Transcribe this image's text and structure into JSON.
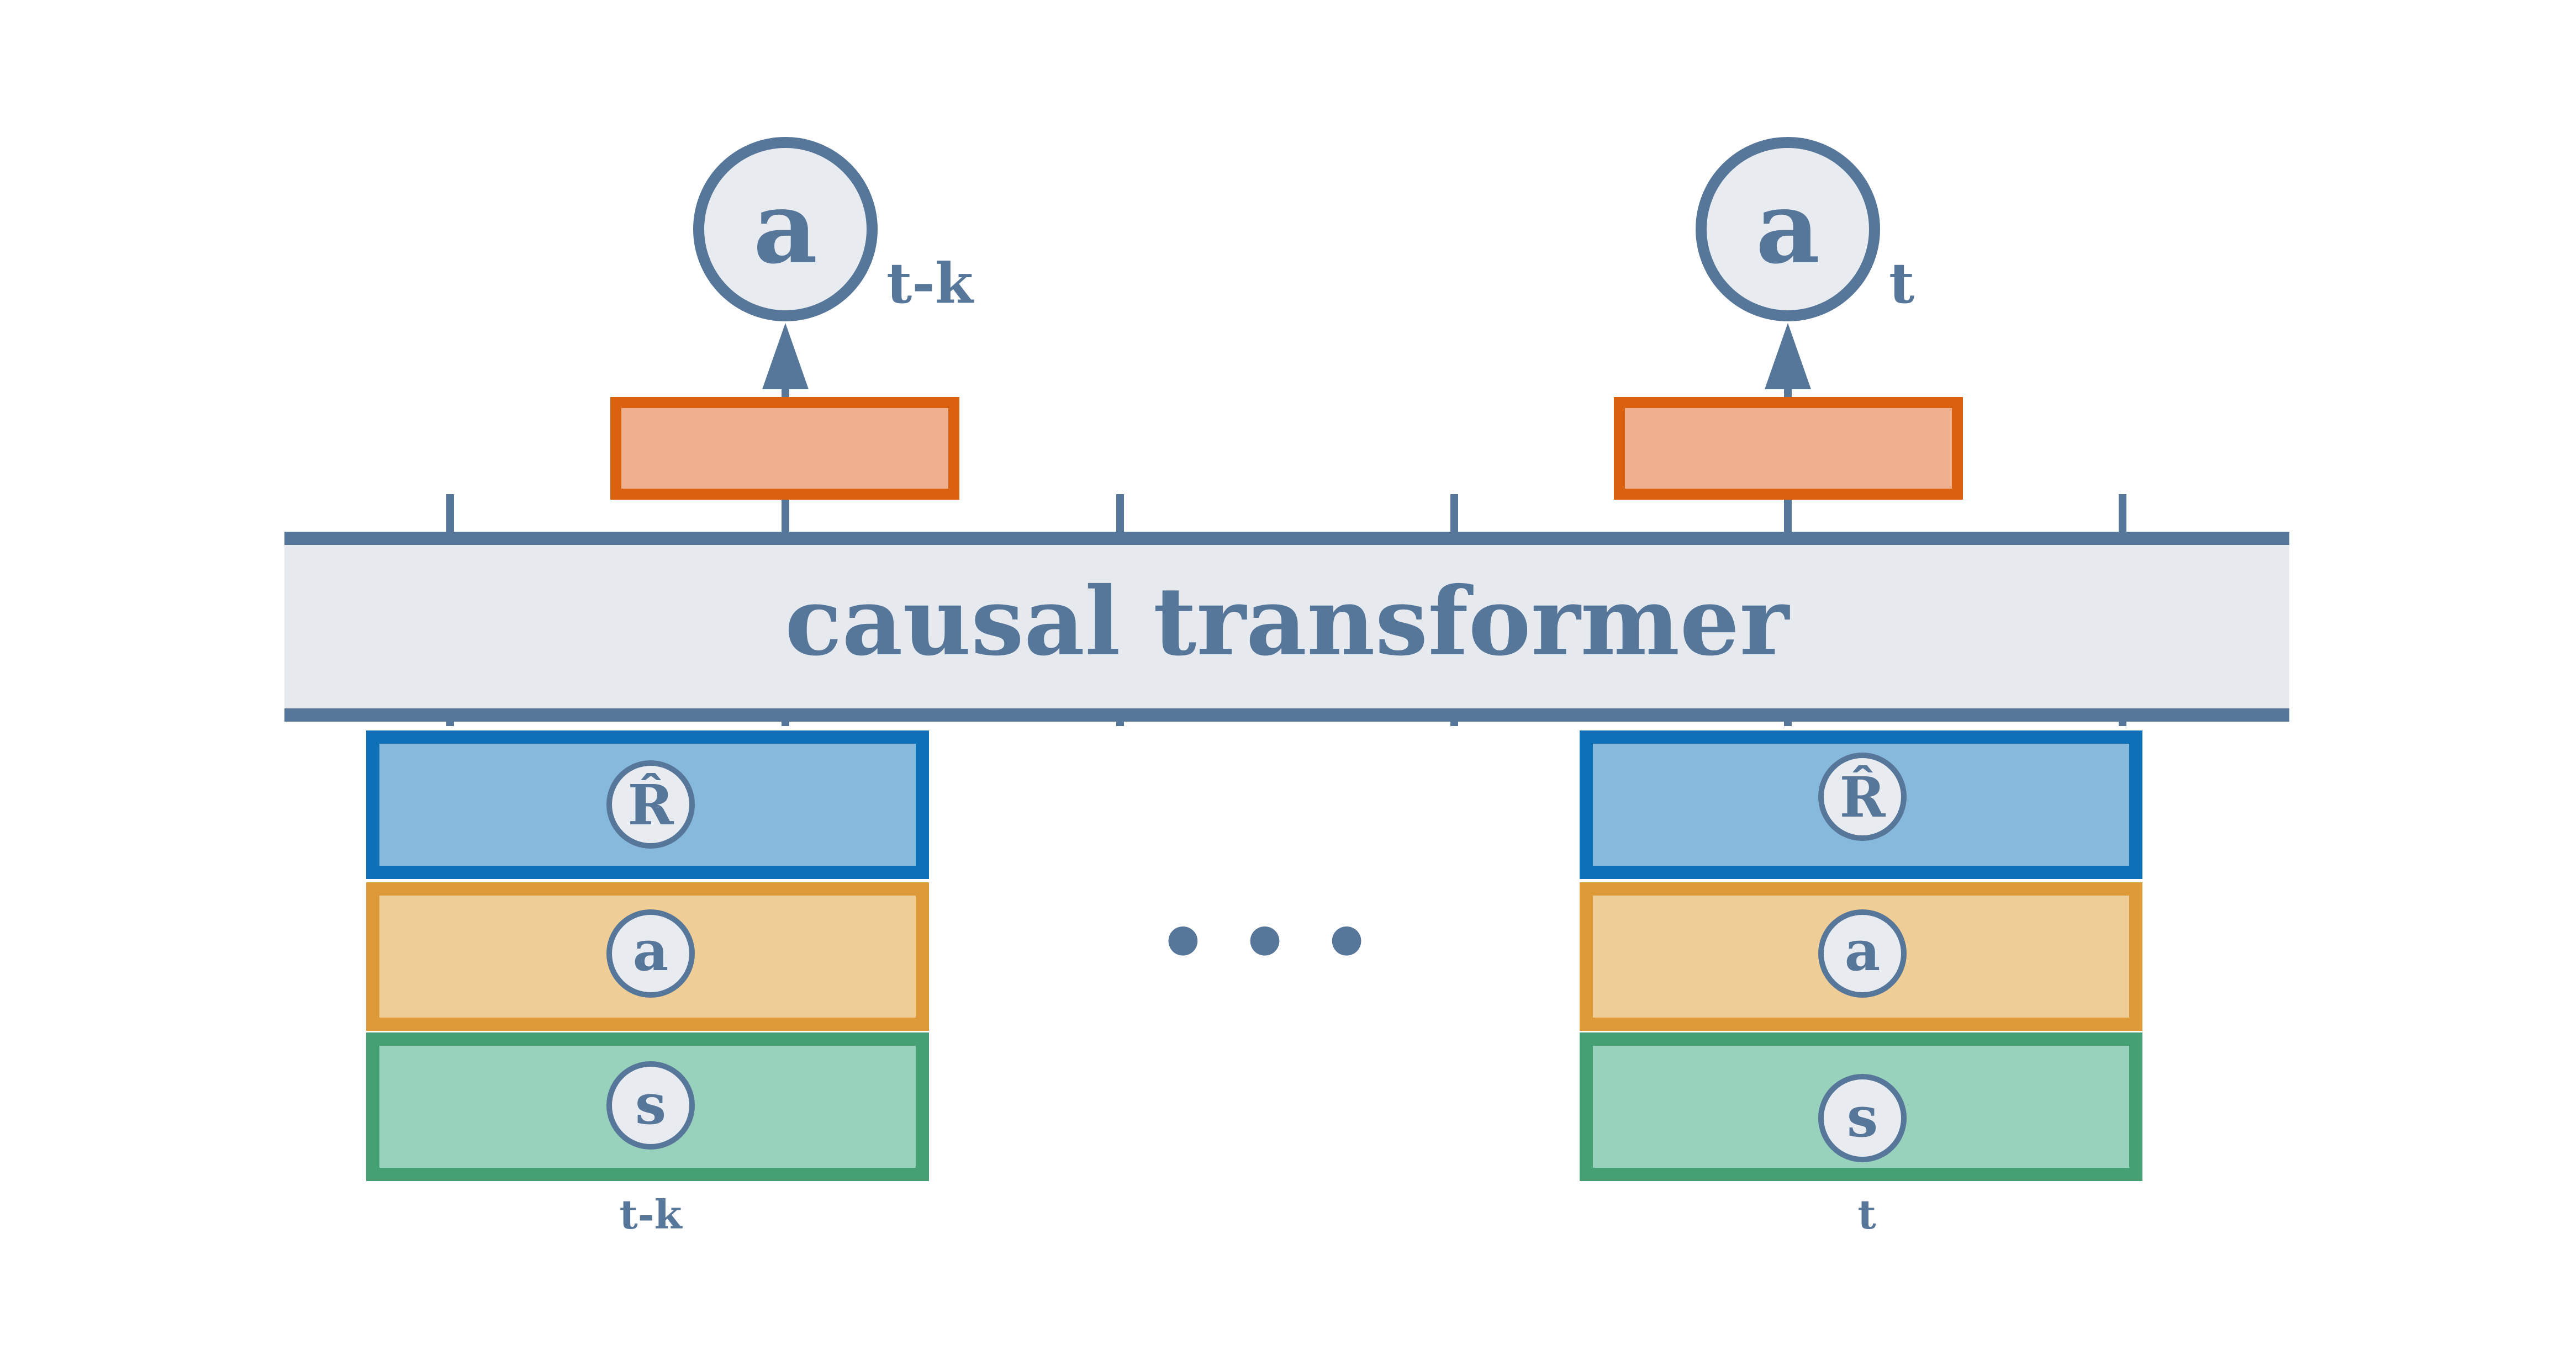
{
  "title": "causal transformer",
  "colors": {
    "ink": "#56769a",
    "band_fill": "#e6e9ee",
    "node_fill": "#e8ebf0",
    "head_fill": "#eeb08e",
    "head_stroke": "#d9600f",
    "return_fill": "#86b9db",
    "return_stroke": "#0e70b6",
    "action_fill": "#efcd96",
    "action_stroke": "#de9939",
    "state_fill": "#98d2bd",
    "state_stroke": "#45a074"
  },
  "outputs": [
    {
      "symbol": "a",
      "subscript": "t-k"
    },
    {
      "symbol": "a",
      "subscript": "t"
    }
  ],
  "ellipsis": "• • •",
  "timesteps": [
    {
      "label": "t-k",
      "tokens": [
        {
          "symbol": "R̂",
          "kind": "return"
        },
        {
          "symbol": "a",
          "kind": "action"
        },
        {
          "symbol": "s",
          "kind": "state"
        }
      ]
    },
    {
      "label": "t",
      "tokens": [
        {
          "symbol": "R̂",
          "kind": "return"
        },
        {
          "symbol": "a",
          "kind": "action"
        },
        {
          "symbol": "s",
          "kind": "state"
        }
      ]
    }
  ]
}
